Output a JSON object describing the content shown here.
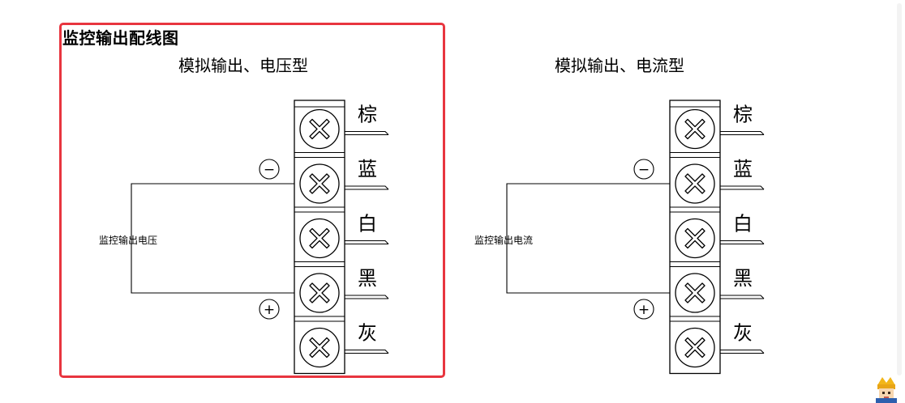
{
  "page_title": "监控输出配线图",
  "diagrams": [
    {
      "title": "模拟输出、电压型",
      "device_label": "监控输出电压",
      "minus_symbol": "−",
      "plus_symbol": "+",
      "terminals": [
        "棕",
        "蓝",
        "白",
        "黑",
        "灰"
      ]
    },
    {
      "title": "模拟输出、电流型",
      "device_label": "监控输出电流",
      "minus_symbol": "−",
      "plus_symbol": "+",
      "terminals": [
        "棕",
        "蓝",
        "白",
        "黑",
        "灰"
      ]
    }
  ],
  "colors": {
    "highlight": "#e8353f",
    "line": "#000000"
  },
  "icons": {
    "terminal_screw": "cross-screw-icon",
    "corner_mascot": "mascot-icon"
  }
}
